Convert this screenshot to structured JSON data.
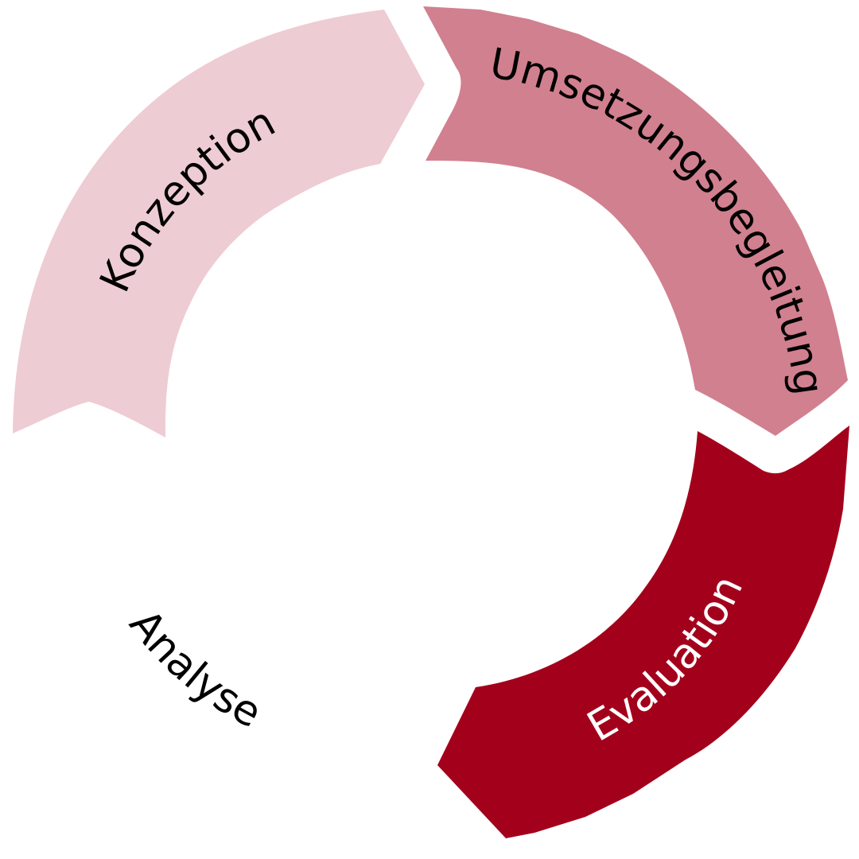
{
  "diagram": {
    "segments": [
      {
        "id": "analyse",
        "label": "Analyse",
        "fill": "#ffffff",
        "text_color": "#000000"
      },
      {
        "id": "konzeption",
        "label": "Konzeption",
        "fill": "#eeccd3",
        "text_color": "#000000"
      },
      {
        "id": "umsetzungsbegleitung",
        "label": "Umsetzungsbegleitung",
        "fill": "#d1808f",
        "text_color": "#000000"
      },
      {
        "id": "evaluation",
        "label": "Evaluation",
        "fill": "#a3001b",
        "text_color": "#ffffff"
      }
    ]
  }
}
